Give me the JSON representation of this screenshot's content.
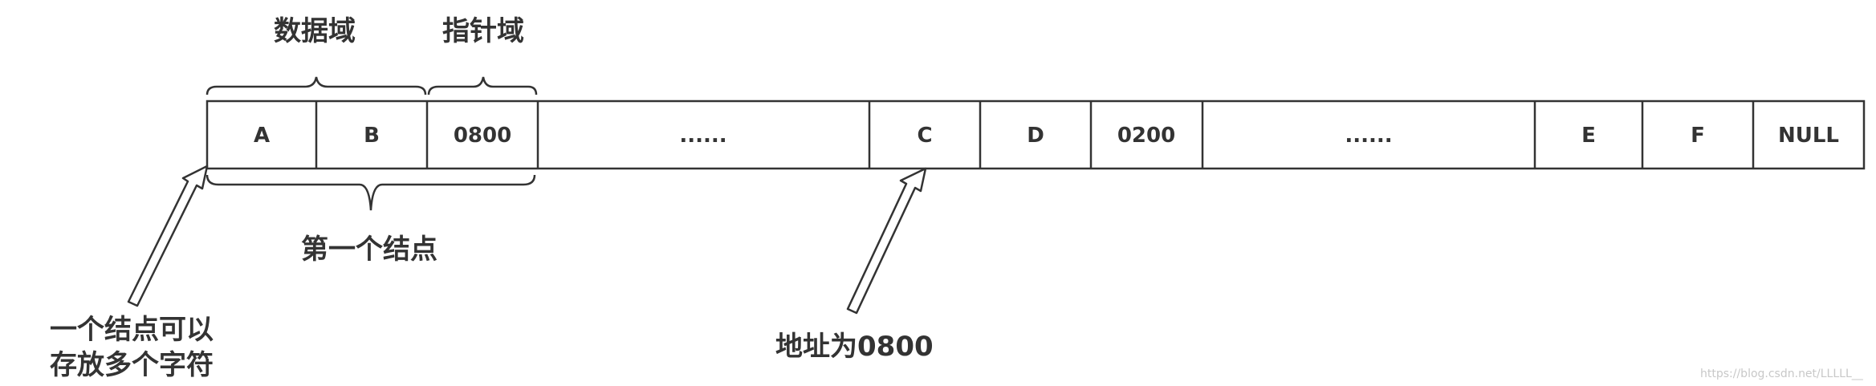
{
  "labels": {
    "data_field": "数据域",
    "pointer_field": "指针域",
    "first_node": "第一个结点",
    "node_note_line1": "一个结点可以",
    "node_note_line2": "存放多个字符",
    "address_note": "地址为0800"
  },
  "cells": [
    "A",
    "B",
    "0800",
    "......",
    "C",
    "D",
    "0200",
    "......",
    "E",
    "F",
    "NULL"
  ],
  "watermark": "https://blog.csdn.net/LLLLL__",
  "colors": {
    "stroke": "#333333",
    "text": "#333333",
    "watermark": "#c8c8c8"
  }
}
